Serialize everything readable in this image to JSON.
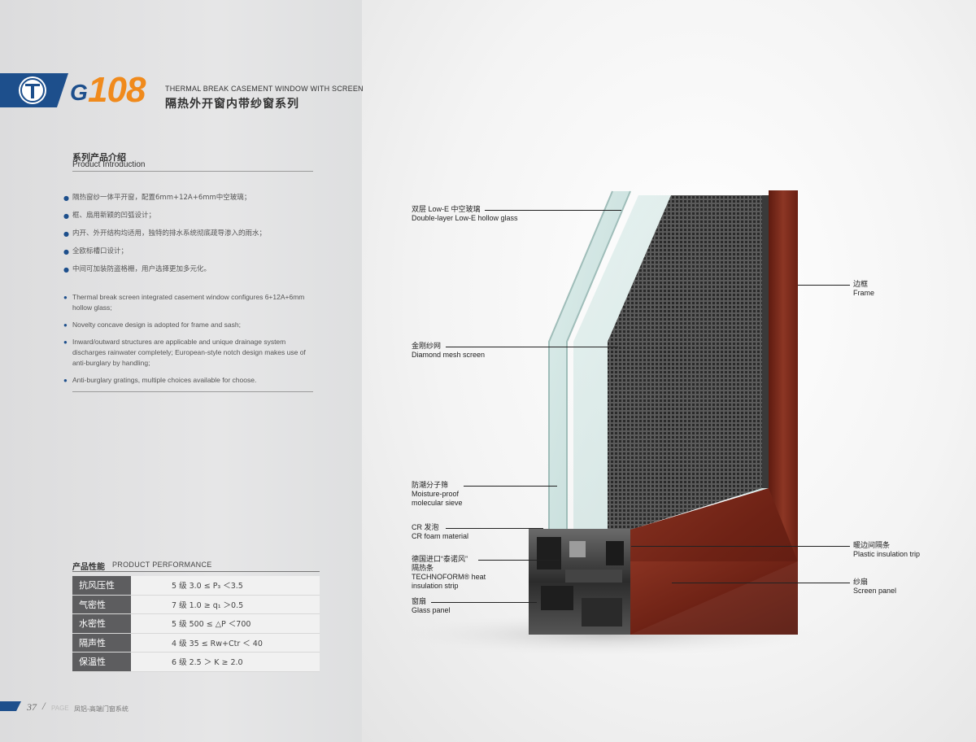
{
  "header": {
    "model_prefix": "G",
    "model_number": "108",
    "subtitle_en": "THERMAL BREAK CASEMENT WINDOW WITH SCREEN",
    "subtitle_cn": "隔热外开窗内带纱窗系列"
  },
  "intro": {
    "heading_cn": "系列产品介绍",
    "heading_en": "Product Introduction",
    "features_cn": [
      "隔热窗纱一体平开窗，配置6mm+12A+6mm中空玻璃；",
      "框、扇用新颖的凹弧设计；",
      "内开、外开结构均适用，独特的排水系统彻底疏导渗入的雨水；",
      "全欧标槽口设计；",
      "中间可加装防盗格栅，用户选择更加多元化。"
    ],
    "features_en": [
      "Thermal break screen integrated casement window configures 6+12A+6mm hollow glass;",
      "Novelty concave design is adopted for frame and sash;",
      "Inward/outward structures are applicable and unique drainage system discharges rainwater completely; European-style notch design makes use of anti-burglary by handling;",
      "Anti-burglary gratings, multiple choices available for choose."
    ]
  },
  "performance": {
    "title_cn": "产品性能",
    "title_en": "PRODUCT PERFORMANCE",
    "rows": [
      {
        "name": "抗风压性",
        "value": "5 级   3.0 ≤ P₃ ＜3.5"
      },
      {
        "name": "气密性",
        "value": "7 级   1.0 ≥ q₁ ＞0.5"
      },
      {
        "name": "水密性",
        "value": "5 级   500 ≤ △P ＜700"
      },
      {
        "name": "隔声性",
        "value": "4 级   35 ≤ Rw+Ctr ＜ 40"
      },
      {
        "name": "保温性",
        "value": "6 级   2.5 ＞ K ≥ 2.0"
      }
    ]
  },
  "callouts": {
    "glass_cn": "双层 Low-E 中空玻璃",
    "glass_en": "Double-layer Low-E hollow glass",
    "mesh_cn": "金刚纱网",
    "mesh_en": "Diamond mesh screen",
    "sieve_cn": "防潮分子筛",
    "sieve_en1": "Moisture-proof",
    "sieve_en2": "molecular sieve",
    "foam_cn": "CR 发泡",
    "foam_en": "CR foam material",
    "strip_cn1": "德国进口“泰诺风”",
    "strip_cn2": "隔热条",
    "strip_en1": "TECHNOFORM® heat",
    "strip_en2": "insulation strip",
    "glasspanel_cn": "窗扇",
    "glasspanel_en": "Glass panel",
    "frame_cn": "边框",
    "frame_en": "Frame",
    "plastic_cn": "暖边间隔条",
    "plastic_en": "Plastic insulation trip",
    "screen_cn": "纱扇",
    "screen_en": "Screen panel"
  },
  "footer": {
    "page_number": "37",
    "page_label": "PAGE",
    "brand": "凤铝-高端门窗系统"
  },
  "colors": {
    "brand_blue": "#1d4f8c",
    "accent_orange": "#f08a1c",
    "wood": "#7a2a1c",
    "table_header": "#5d5d5f"
  }
}
